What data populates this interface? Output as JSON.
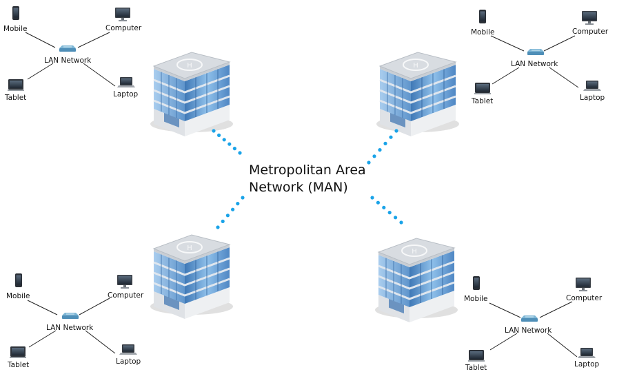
{
  "center": {
    "line1": "Metropolitan Area",
    "line2": "Network (MAN)"
  },
  "lans": [
    {
      "mobile": "Mobile",
      "computer": "Computer",
      "hub": "LAN Network",
      "tablet": "Tablet",
      "laptop": "Laptop"
    },
    {
      "mobile": "Mobile",
      "computer": "Computer",
      "hub": "LAN Network",
      "tablet": "Tablet",
      "laptop": "Laptop"
    },
    {
      "mobile": "Mobile",
      "computer": "Computer",
      "hub": "LAN Network",
      "tablet": "Tablet",
      "laptop": "Laptop"
    },
    {
      "mobile": "Mobile",
      "computer": "Computer",
      "hub": "LAN Network",
      "tablet": "Tablet",
      "laptop": "Laptop"
    }
  ],
  "colors": {
    "dots": "#1aa3e8",
    "glass": "#6fa7d8",
    "roof": "#d9dde2"
  },
  "icons": [
    "building-icon",
    "mobile-icon",
    "computer-icon",
    "tablet-icon",
    "laptop-icon",
    "router-icon"
  ]
}
